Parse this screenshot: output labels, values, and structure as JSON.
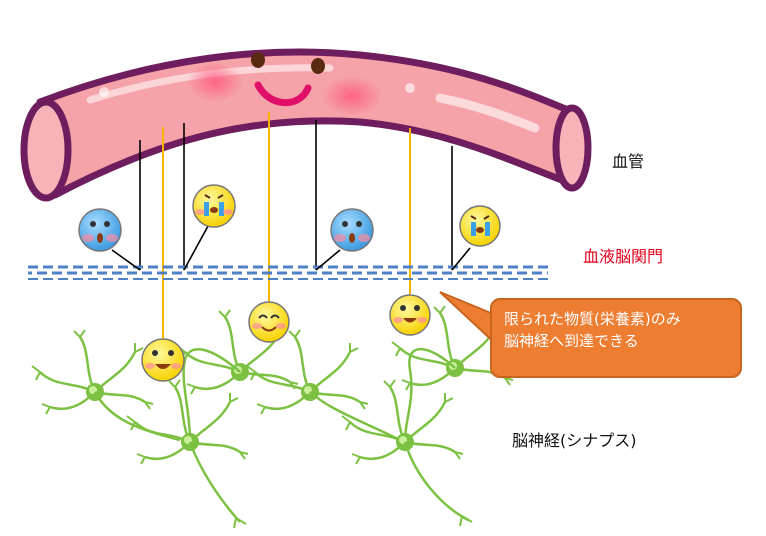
{
  "labels": {
    "blood_vessel": "血管",
    "bbb": "血液脳関門",
    "nerve": "脳神経(シナプス)"
  },
  "callout": {
    "line1": "限られた物質(栄養素)のみ",
    "line2": "脳神経へ到達できる"
  },
  "colors": {
    "vessel": "#f5a3a8",
    "vessel_outline": "#6e1e5e",
    "barrier": "#4f7fc4",
    "callout": "#ed7d31",
    "red_label": "#e3001b",
    "neuron": "#7cc142",
    "pass_line": "#f7b500"
  }
}
